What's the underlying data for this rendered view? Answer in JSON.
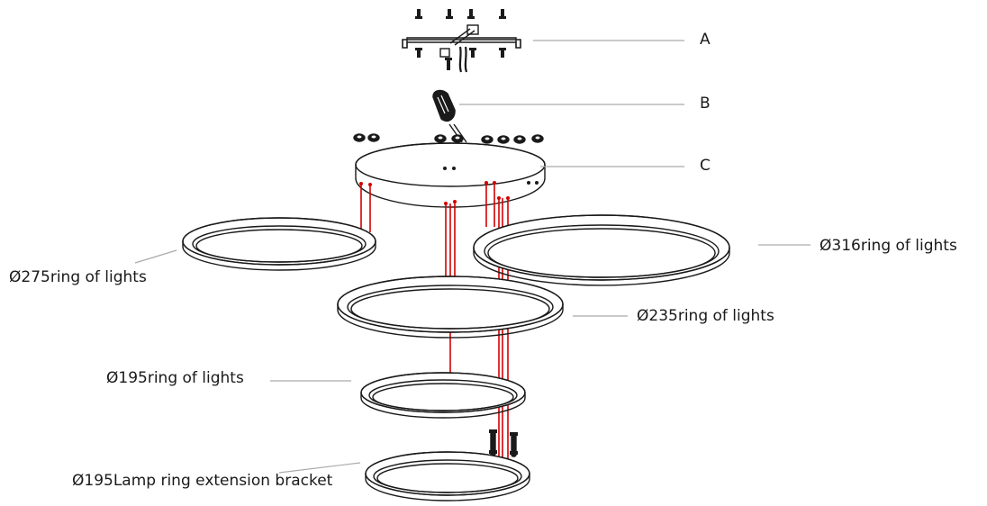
{
  "labels": {
    "a": "A",
    "b": "B",
    "c": "C",
    "ring_316": "Ø316ring of lights",
    "ring_275": "Ø275ring of lights",
    "ring_235": "Ø235ring of lights",
    "ring_195": "Ø195ring of lights",
    "extension_bracket": "Ø195Lamp ring extension bracket"
  },
  "colors": {
    "line": "#1a1a1a",
    "leader": "#aaaaaa",
    "wire": "#d40000"
  }
}
